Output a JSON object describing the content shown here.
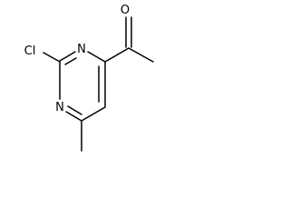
{
  "structure": {
    "atoms": {
      "oxygen": "O",
      "chlorine": "Cl",
      "ring_nitrogen_top": "N",
      "ring_nitrogen_bottom": "N"
    }
  }
}
